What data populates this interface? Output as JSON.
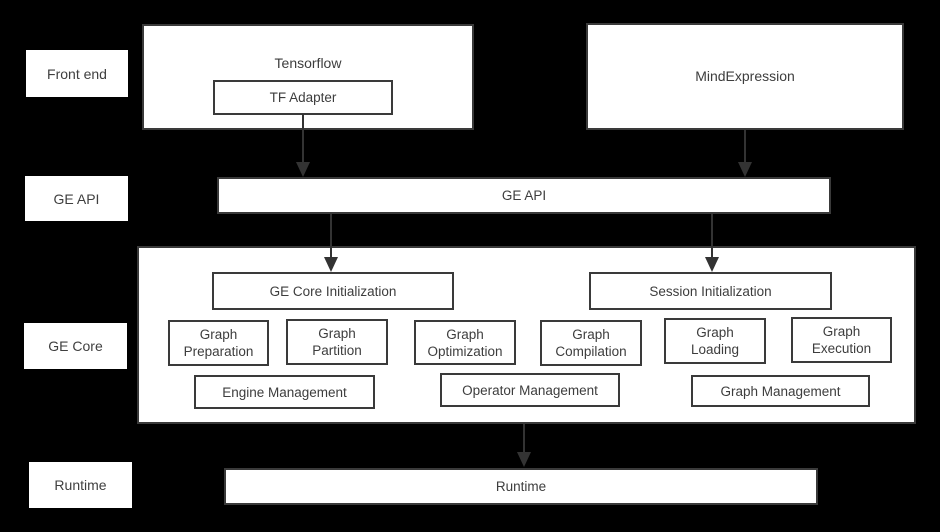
{
  "row_labels": {
    "front_end": "Front end",
    "ge_api": "GE API",
    "ge_core": "GE Core",
    "runtime": "Runtime"
  },
  "front_end": {
    "tensorflow_title": "Tensorflow",
    "tf_adapter": "TF Adapter",
    "mind_expression": "MindExpression"
  },
  "ge_api": {
    "bar_label": "GE API"
  },
  "ge_core": {
    "core_init": "GE Core Initialization",
    "session_init": "Session Initialization",
    "stages": [
      "Graph Preparation",
      "Graph Partition",
      "Graph Optimization",
      "Graph Compilation",
      "Graph Loading",
      "Graph Execution"
    ],
    "management": [
      "Engine Management",
      "Operator Management",
      "Graph Management"
    ]
  },
  "runtime": {
    "bar_label": "Runtime"
  },
  "colors": {
    "background": "#000000",
    "box_fill": "#ffffff",
    "box_border": "#3a3a3a",
    "text": "#3d3d3d",
    "arrow": "#333333"
  }
}
